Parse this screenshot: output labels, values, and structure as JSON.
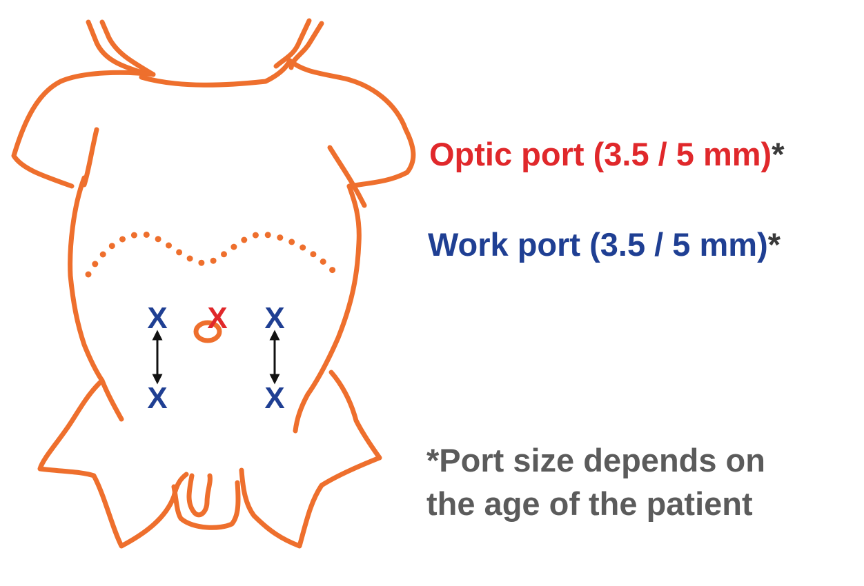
{
  "colors": {
    "body_outline": "#EE6F2D",
    "optic_port": "#E0282B",
    "work_port": "#1F3F93",
    "arrow": "#111111",
    "note_text": "#5B5B5B",
    "asterisk": "#3A3A3A"
  },
  "ports": {
    "optic_mark": "X",
    "work_mark": "X"
  },
  "legend": {
    "optic_label": "Optic port (3.5 / 5 mm)",
    "work_label": "Work port (3.5 / 5 mm)",
    "asterisk": "*"
  },
  "note": {
    "line1": "*Port size depends on",
    "line2": "the age of the patient"
  }
}
